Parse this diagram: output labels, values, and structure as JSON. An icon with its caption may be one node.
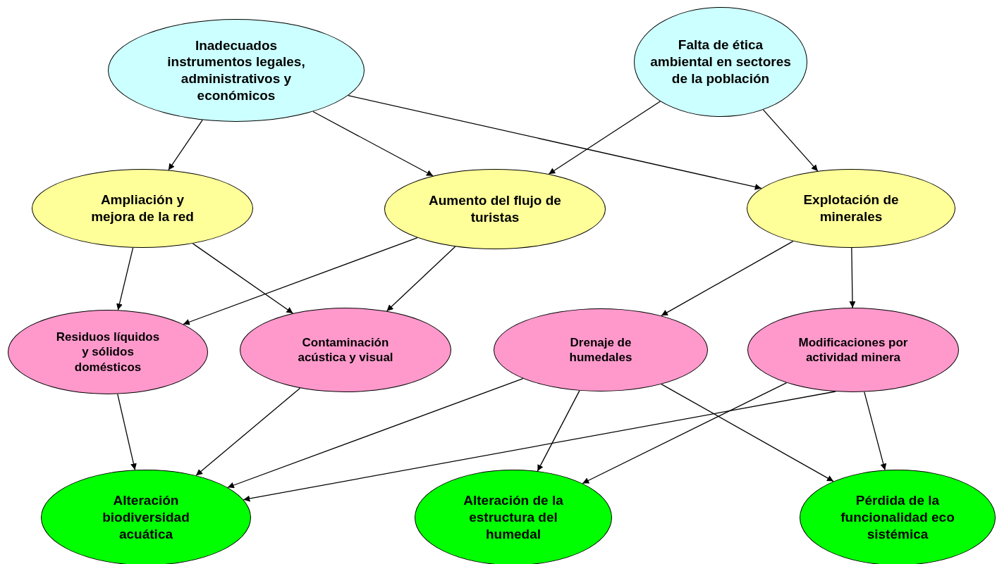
{
  "diagram": {
    "nodes": [
      {
        "text": [
          "Inadecuados instrumentos legales, administrativos y económicos"
        ]
      },
      {
        "text": [
          "Falta de ética ambiental en sectores de la población"
        ]
      },
      {
        "text": [
          "Ampliación y mejora de la red"
        ]
      },
      {
        "text": [
          "Aumento del flujo de turistas"
        ]
      },
      {
        "text": [
          "Explotación de minerales"
        ]
      },
      {
        "text": [
          "Residuos líquidos y sólidos domésticos"
        ]
      },
      {
        "text": [
          "Contaminación acústica y visual"
        ]
      },
      {
        "text": [
          "Drenaje de humedales"
        ]
      },
      {
        "text": [
          "Modificaciones por actividad minera"
        ]
      },
      {
        "text": [
          "Alteración biodiversidad acuática"
        ]
      },
      {
        "text": [
          "Alteración de la estructura del humedal"
        ]
      },
      {
        "text": [
          "Pérdida de la funcionalidad eco sistémica"
        ]
      }
    ],
    "edges": [
      {
        "from": 0,
        "to": 2,
        "arrow": "to"
      },
      {
        "from": 0,
        "to": 3,
        "arrow": "to"
      },
      {
        "from": 0,
        "to": 4,
        "arrow": "to"
      },
      {
        "from": 1,
        "to": 3,
        "arrow": "to"
      },
      {
        "from": 1,
        "to": 4,
        "arrow": "to"
      },
      {
        "from": 2,
        "to": 5,
        "arrow": "to"
      },
      {
        "from": 2,
        "to": 6,
        "arrow": "to"
      },
      {
        "from": 3,
        "to": 5,
        "arrow": "to"
      },
      {
        "from": 3,
        "to": 6,
        "arrow": "to"
      },
      {
        "from": 4,
        "to": 7,
        "arrow": "to"
      },
      {
        "from": 4,
        "to": 8,
        "arrow": "to"
      },
      {
        "from": 5,
        "to": 9,
        "arrow": "to"
      },
      {
        "from": 6,
        "to": 9,
        "arrow": "to"
      },
      {
        "from": 7,
        "to": 9,
        "arrow": "to"
      },
      {
        "from": 7,
        "to": 10,
        "arrow": "to"
      },
      {
        "from": 7,
        "to": 11,
        "arrow": "to"
      },
      {
        "from": 8,
        "to": 9,
        "arrow": "to"
      },
      {
        "from": 8,
        "to": 10,
        "arrow": "to"
      },
      {
        "from": 8,
        "to": 11,
        "arrow": "to"
      }
    ]
  }
}
